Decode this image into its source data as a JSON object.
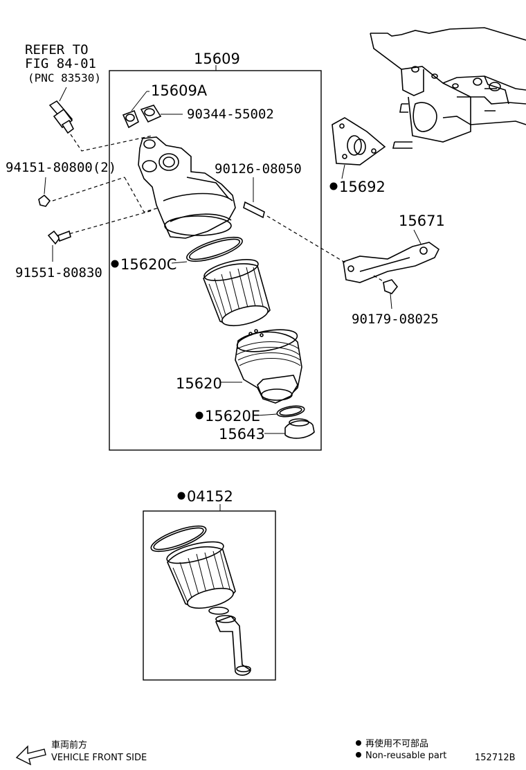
{
  "labels": {
    "refer_line1": "REFER TO",
    "refer_line2": "FIG 84-01",
    "refer_line3": "(PNC 83530)",
    "p15609": "15609",
    "p15609A": "15609A",
    "p90344": "90344-55002",
    "p94151": "94151-80800(2)",
    "p90126": "90126-08050",
    "p15692": "15692",
    "p15671": "15671",
    "p91551": "91551-80830",
    "p15620C": "15620C",
    "p90179": "90179-08025",
    "p15620": "15620",
    "p15620E": "15620E",
    "p15643": "15643",
    "p04152": "04152"
  },
  "legend": {
    "front_jp": "車両前方",
    "front_en": "VEHICLE FRONT SIDE",
    "nonreuse_jp": "再使用不可部品",
    "nonreuse_en": "Non-reusable part",
    "figure_id": "152712B"
  }
}
